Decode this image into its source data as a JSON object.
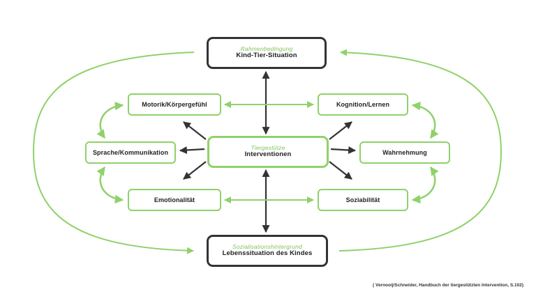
{
  "diagram": {
    "top": {
      "subtitle": "Rahmenbedingung",
      "title": "Kind-Tier-Situation"
    },
    "center": {
      "subtitle": "Tiergestütze",
      "title": "Interventionen"
    },
    "bottom": {
      "subtitle": "Sozialisationshintergrund",
      "title": "Lebenssituation des Kindes"
    },
    "factors": {
      "motorik": "Motorik/Körpergefühl",
      "kognition": "Kognition/Lernen",
      "sprache": "Sprache/Kommunikation",
      "wahrnehmung": "Wahrnehmung",
      "emotionalitaet": "Emotionalität",
      "soziabilitaet": "Soziabilität"
    },
    "colors": {
      "green": "#8fd16a",
      "dark": "#333333"
    }
  },
  "source": "( Vernooij/Schneider, Handbuch der tiergestützten Intervention, S.102)"
}
